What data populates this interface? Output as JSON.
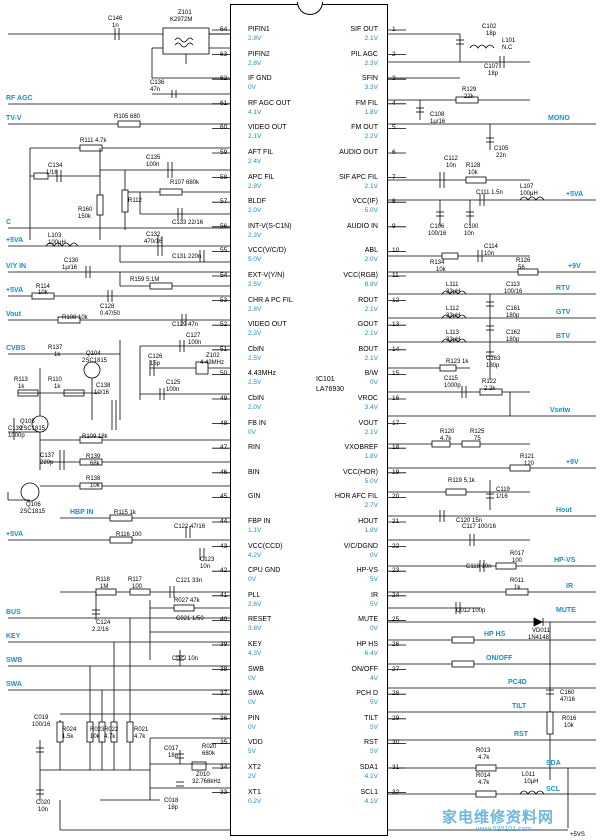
{
  "ic": {
    "ref": "IC101",
    "part": "LA76930",
    "pins_left": [
      {
        "num": "64",
        "name": "PIFIN1",
        "volt": "2.8V"
      },
      {
        "num": "63",
        "name": "PIFIN2",
        "volt": "2.8V"
      },
      {
        "num": "62",
        "name": "IF GND",
        "volt": "0V"
      },
      {
        "num": "61",
        "name": "RF AGC OUT",
        "volt": "4.1V"
      },
      {
        "num": "60",
        "name": "VIDEO OUT",
        "volt": "2.1V"
      },
      {
        "num": "59",
        "name": "AFT FIL",
        "volt": "2.4V"
      },
      {
        "num": "58",
        "name": "APC FIL",
        "volt": "2.8V"
      },
      {
        "num": "57",
        "name": "BLDF",
        "volt": "2.0V"
      },
      {
        "num": "56",
        "name": "INT-V(S-C1N)",
        "volt": "2.3V"
      },
      {
        "num": "55",
        "name": "VCC(V/C/D)",
        "volt": "5.0V"
      },
      {
        "num": "54",
        "name": "EXT-V(Y/N)",
        "volt": "2.5V"
      },
      {
        "num": "53",
        "name": "CHR A PC FIL",
        "volt": "2.8V"
      },
      {
        "num": "52",
        "name": "VIDEO OUT",
        "volt": "2.3V"
      },
      {
        "num": "51",
        "name": "CbIN",
        "volt": "2.5V"
      },
      {
        "num": "50",
        "name": "4.43MHz",
        "volt": "2.5V"
      },
      {
        "num": "49",
        "name": "CbIN",
        "volt": "2.0V"
      },
      {
        "num": "48",
        "name": "FB IN",
        "volt": "0V"
      },
      {
        "num": "47",
        "name": "RIN",
        "volt": ""
      },
      {
        "num": "46",
        "name": "BIN",
        "volt": ""
      },
      {
        "num": "45",
        "name": "GIN",
        "volt": ""
      },
      {
        "num": "44",
        "name": "FBP IN",
        "volt": "1.1V"
      },
      {
        "num": "43",
        "name": "VCC(CCD)",
        "volt": "4.2V"
      },
      {
        "num": "42",
        "name": "CPU GND",
        "volt": "0V"
      },
      {
        "num": "41",
        "name": "PLL",
        "volt": "2.6V"
      },
      {
        "num": "40",
        "name": "RESET",
        "volt": "3.8V"
      },
      {
        "num": "39",
        "name": "KEY",
        "volt": "4.3V"
      },
      {
        "num": "38",
        "name": "SWB",
        "volt": "0V"
      },
      {
        "num": "37",
        "name": "SWA",
        "volt": "0V"
      },
      {
        "num": "36",
        "name": "PIN",
        "volt": "0V"
      },
      {
        "num": "35",
        "name": "VDD",
        "volt": "5V"
      },
      {
        "num": "34",
        "name": "XT2",
        "volt": "2V"
      },
      {
        "num": "33",
        "name": "XT1",
        "volt": "0.2V"
      }
    ],
    "pins_right": [
      {
        "num": "1",
        "name": "SIF OUT",
        "volt": "2.1V"
      },
      {
        "num": "2",
        "name": "PIL AGC",
        "volt": "2.3V"
      },
      {
        "num": "3",
        "name": "SFIN",
        "volt": "3.3V"
      },
      {
        "num": "4",
        "name": "FM FIL",
        "volt": "1.8V"
      },
      {
        "num": "5",
        "name": "FM OUT",
        "volt": "2.2V"
      },
      {
        "num": "6",
        "name": "AUDIO OUT",
        "volt": ""
      },
      {
        "num": "7",
        "name": "SIF APC FIL",
        "volt": "2.1V"
      },
      {
        "num": "8",
        "name": "VCC(IF)",
        "volt": "5.0V"
      },
      {
        "num": "9",
        "name": "AUDIO IN",
        "volt": ""
      },
      {
        "num": "10",
        "name": "ABL",
        "volt": "2.0V"
      },
      {
        "num": "11",
        "name": "VCC(RGB)",
        "volt": "8.8V"
      },
      {
        "num": "12",
        "name": "ROUT",
        "volt": "2.1V"
      },
      {
        "num": "13",
        "name": "GOUT",
        "volt": "2.1V"
      },
      {
        "num": "14",
        "name": "BOUT",
        "volt": "2.1V"
      },
      {
        "num": "15",
        "name": "B/W",
        "volt": "0V"
      },
      {
        "num": "16",
        "name": "VROC",
        "volt": "3.4V"
      },
      {
        "num": "17",
        "name": "VOUT",
        "volt": "2.1V"
      },
      {
        "num": "18",
        "name": "VXOBREF",
        "volt": "1.8V"
      },
      {
        "num": "19",
        "name": "VCC(HOR)",
        "volt": "5.0V"
      },
      {
        "num": "20",
        "name": "HOR AFC FIL",
        "volt": "2.7V"
      },
      {
        "num": "21",
        "name": "HOUT",
        "volt": "1.8V"
      },
      {
        "num": "22",
        "name": "V/C/DGND",
        "volt": "0V"
      },
      {
        "num": "23",
        "name": "HP-VS",
        "volt": "5V"
      },
      {
        "num": "24",
        "name": "IR",
        "volt": "5V"
      },
      {
        "num": "25",
        "name": "MUTE",
        "volt": "0V"
      },
      {
        "num": "26",
        "name": "HP HS",
        "volt": "6.4V"
      },
      {
        "num": "27",
        "name": "ON/OFF",
        "volt": "4V"
      },
      {
        "num": "28",
        "name": "PCH D",
        "volt": "5V"
      },
      {
        "num": "29",
        "name": "TILT",
        "volt": "5V"
      },
      {
        "num": "30",
        "name": "RST",
        "volt": "5V"
      },
      {
        "num": "31",
        "name": "SDA1",
        "volt": "4.1V"
      },
      {
        "num": "32",
        "name": "SCL1",
        "volt": "4.1V"
      }
    ]
  },
  "nets_left": [
    "RF AGC",
    "TV-V",
    "C",
    "+5VA",
    "V/Y IN",
    "+5VA",
    "Vout",
    "CVBS",
    "HBP IN",
    "+5VA",
    "BUS",
    "KEY",
    "SWB",
    "SWA"
  ],
  "nets_right": [
    "MONO",
    "+5VA",
    "+9V",
    "RTV",
    "GTV",
    "BTV",
    "Vsetw",
    "+9V",
    "Hout",
    "HP-VS",
    "IR",
    "MUTE",
    "HP HS",
    "ON/OFF",
    "PC4D",
    "TILT",
    "RST",
    "SDA",
    "SCL"
  ],
  "components": {
    "c146": "C146",
    "c146v": "1n",
    "z101": "Z101",
    "z101v": "K2972M",
    "c136": "C136",
    "c136v": "47n",
    "r105": "R105 680",
    "r111": "R111 4.7k",
    "c134": "C134",
    "c134v": "1/16",
    "c135": "C135",
    "c135v": "100n",
    "r107": "R107 680k",
    "r160": "R160",
    "r160v": "150k",
    "r112": "R112",
    "c133": "C133 22/16",
    "l103": "L103",
    "l103v": "100μH",
    "c132": "C132",
    "c132v": "470/16",
    "c131": "C131 220n",
    "c130": "C130",
    "c130v": "1μ/16",
    "r159": "R159 5.1M",
    "r114": "R114",
    "r114v": "10k",
    "c128": "C128",
    "c128v": "0.47/50",
    "r108": "R108 10k",
    "c129": "C129 47n",
    "c127": "C127",
    "c127v": "100n",
    "c126": "C126",
    "c126v": "15p",
    "z102": "Z102",
    "z102v": "4.43MHz",
    "c125": "C125",
    "c125v": "100n",
    "r137": "R137",
    "r137v": "1k",
    "q104": "Q104",
    "q104v": "2SC1815",
    "r113": "R113",
    "r113v": "1k",
    "r110": "R110",
    "r110v": "1k",
    "c138": "C138",
    "c138v": "10/16",
    "q105": "Q105",
    "q105v": "2SC1815",
    "c139": "C139",
    "c139v": "1000p",
    "r109": "R109 18k",
    "c137": "C137",
    "c137v": "220p",
    "r139": "R139",
    "r139v": "68k",
    "r138": "R138",
    "r138v": "10k",
    "q106": "Q106",
    "q106v": "2SC1815",
    "r115": "R115 1k",
    "c122": "C122 47/16",
    "r116": "R116 100",
    "c123": "C123",
    "c123v": "10n",
    "r118": "R118",
    "r118v": "1M",
    "r117": "R117",
    "r117v": "100",
    "c121": "C121 33n",
    "c124": "C124",
    "c124v": "2.2/16",
    "r027": "R027 47k",
    "c021": "C021 1/50",
    "c022": "C022 10n",
    "c019": "C019",
    "c019v": "100/16",
    "r024": "R024",
    "r024v": "1.5k",
    "r023": "R023",
    "r023v": "10k",
    "r022": "R022",
    "r022v": "4.7k",
    "r021": "R021",
    "r021v": "4.7k",
    "c017": "C017",
    "c017v": "18p",
    "r020": "R020",
    "r020v": "680k",
    "z010": "Z010",
    "z010v": "32.768kHz",
    "c020": "C020",
    "c020v": "10n",
    "c018": "C018",
    "c018v": "18p",
    "c102": "C102",
    "c102v": "18p",
    "l101": "L101",
    "l101v": "N.C",
    "c107": "C107",
    "c107v": "18p",
    "r129": "R129",
    "r129v": "22k",
    "c108": "C108",
    "c108v": "1μ/16",
    "c105": "C105",
    "c105v": "22n",
    "c112": "C112",
    "c112v": "10n",
    "r128": "R128",
    "r128v": "10k",
    "c111": "C111 1.5n",
    "l107": "L107",
    "l107v": "100μH",
    "c106": "C106",
    "c106v": "100/16",
    "c100": "C100",
    "c100v": "10n",
    "c114": "C114",
    "c114v": "10n",
    "r134": "R134",
    "r134v": "10k",
    "r126": "R126",
    "r126v": "56",
    "l111": "L111",
    "l111v": "33μH",
    "c113": "C113",
    "c113v": "100/16",
    "l112": "L112",
    "l112v": "33μH",
    "c161": "C161",
    "c161v": "180p",
    "l113": "L113",
    "l113v": "33μH",
    "c162": "C162",
    "c162v": "180p",
    "c163": "C163",
    "c163v": "180p",
    "r123": "R123 1k",
    "c115": "C115",
    "c115v": "1000p",
    "r122": "R122",
    "r122v": "2.2k",
    "r120": "R120",
    "r120v": "4.7k",
    "r125": "R125",
    "r125v": "75",
    "r121": "R121",
    "r121v": "120",
    "r119": "R119 5.1k",
    "c119": "C119",
    "c119v": "1/16",
    "c120": "C120 15n",
    "c117": "C117 100/16",
    "r017": "R017",
    "r017v": "100",
    "c118": "C118 10n",
    "r011": "R011",
    "r011v": "1k",
    "c012": "C012 100p",
    "vd011": "VD011",
    "vd011v": "1N4148",
    "c160": "C160",
    "c160v": "47/16",
    "r016": "R016",
    "r016v": "10k",
    "r013": "R013",
    "r013v": "4.7k",
    "r014": "R014",
    "r014v": "4.7k",
    "l011": "L011",
    "l011v": "10μH",
    "plus5vs": "+5VS"
  },
  "watermark": {
    "text": "家电维修资料网",
    "url": "www.520101.com"
  }
}
